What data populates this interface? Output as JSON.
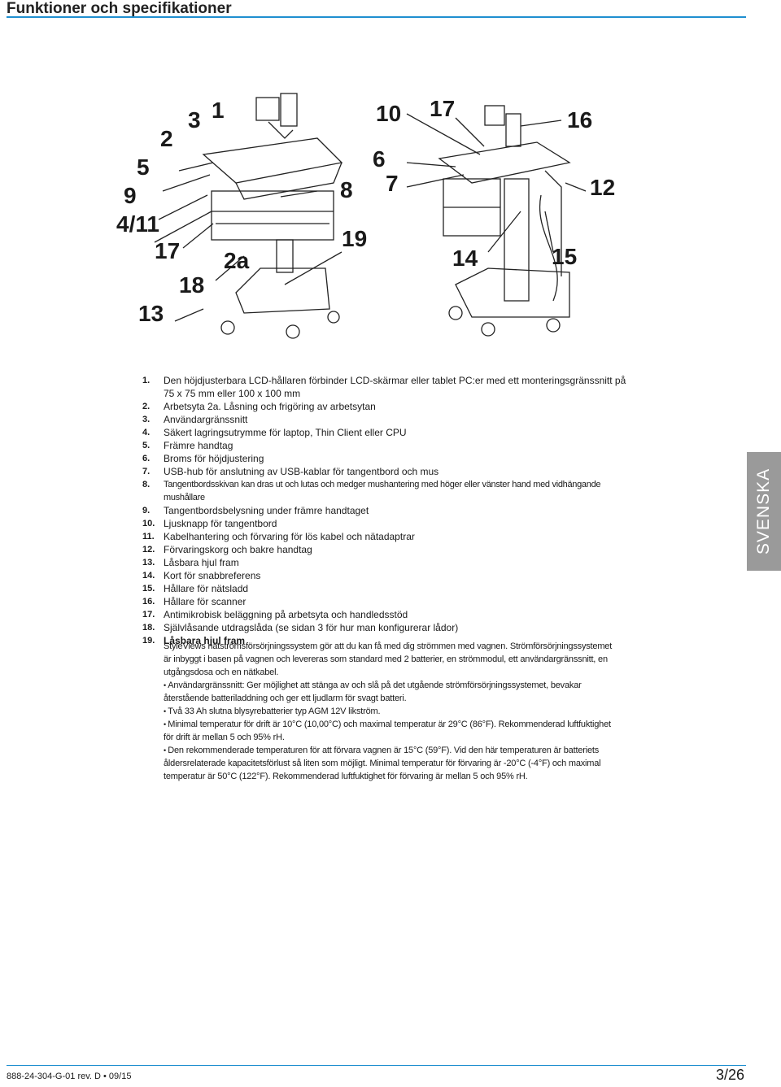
{
  "header": {
    "title": "Funktioner och specifikationer"
  },
  "callouts": {
    "left": [
      "5",
      "9",
      "4/11",
      "17",
      "13",
      "2",
      "3",
      "1",
      "18",
      "2a",
      "8",
      "19"
    ],
    "right": [
      "10",
      "17",
      "16",
      "6",
      "7",
      "12",
      "14",
      "15"
    ]
  },
  "features": [
    {
      "n": "1.",
      "t": "Den höjdjusterbara LCD-hållaren förbinder LCD-skärmar eller tablet PC:er med ett monteringsgränssnitt på 75 x 75 mm eller 100 x 100 mm"
    },
    {
      "n": "2.",
      "t": "Arbetsyta  2a. Låsning och frigöring av arbetsytan"
    },
    {
      "n": "3.",
      "t": "Användargränssnitt"
    },
    {
      "n": "4.",
      "t": "Säkert lagringsutrymme för laptop, Thin Client eller CPU"
    },
    {
      "n": "5.",
      "t": "Främre handtag"
    },
    {
      "n": "6.",
      "t": "Broms för höjdjustering"
    },
    {
      "n": "7.",
      "t": "USB-hub för anslutning av USB-kablar för tangentbord och mus"
    },
    {
      "n": "8.",
      "t": "Tangentbordsskivan kan dras ut och lutas och medger mushantering med höger eller vänster hand med vidhängande mushållare"
    },
    {
      "n": "9.",
      "t": "Tangentbordsbelysning under främre handtaget"
    },
    {
      "n": "10.",
      "t": "Ljusknapp för tangentbord"
    },
    {
      "n": "11.",
      "t": "Kabelhantering och förvaring för lös kabel och nätadaptrar"
    },
    {
      "n": "12.",
      "t": "Förvaringskorg och bakre handtag"
    },
    {
      "n": "13.",
      "t": "Låsbara hjul fram"
    },
    {
      "n": "14.",
      "t": "Kort för snabbreferens"
    },
    {
      "n": "15.",
      "t": "Hållare för nätsladd"
    },
    {
      "n": "16.",
      "t": "Hållare för scanner"
    },
    {
      "n": "17.",
      "t": "Antimikrobisk beläggning på arbetsyta och handledsstöd"
    },
    {
      "n": "18.",
      "t": "Självlåsande utdragslåda (se sidan 3 för hur man konfigurerar lådor)"
    },
    {
      "n": "19.",
      "t": "Låsbara hjul fram"
    }
  ],
  "description": {
    "intro": "StyleViews nätströmsförsörjningssystem gör att du kan få med dig strömmen med vagnen. Strömförsörjningssystemet är inbyggt i basen på vagnen och levereras som standard med 2 batterier, en strömmodul, ett användargränssnitt, en utgångsdosa och en nätkabel.",
    "bullets": [
      "Användargränssnitt: Ger möjlighet att stänga av och slå på det utgående strömförsörjningssystemet, bevakar återstående batteriladdning och ger ett ljudlarm för svagt batteri.",
      "Två 33 Ah slutna blysyrebatterier typ AGM 12V likström.",
      "Minimal temperatur för drift är 10°C (10,00°C) och maximal temperatur är 29°C (86°F). Rekommenderad luftfuktighet för drift är mellan 5 och 95% rH.",
      "Den rekommenderade temperaturen för att förvara vagnen är 15°C (59°F).  Vid den här temperaturen är batteriets åldersrelaterade kapacitetsförlust så liten som möjligt.  Minimal temperatur för förvaring är -20°C (-4°F) och maximal temperatur är 50°C (122°F). Rekommenderad luftfuktighet för förvaring är mellan 5 och 95% rH."
    ]
  },
  "side_tab": "SVENSKA",
  "footer": {
    "doc_id": "888-24-304-G-01 rev. D • 09/15",
    "page": "3/26"
  }
}
